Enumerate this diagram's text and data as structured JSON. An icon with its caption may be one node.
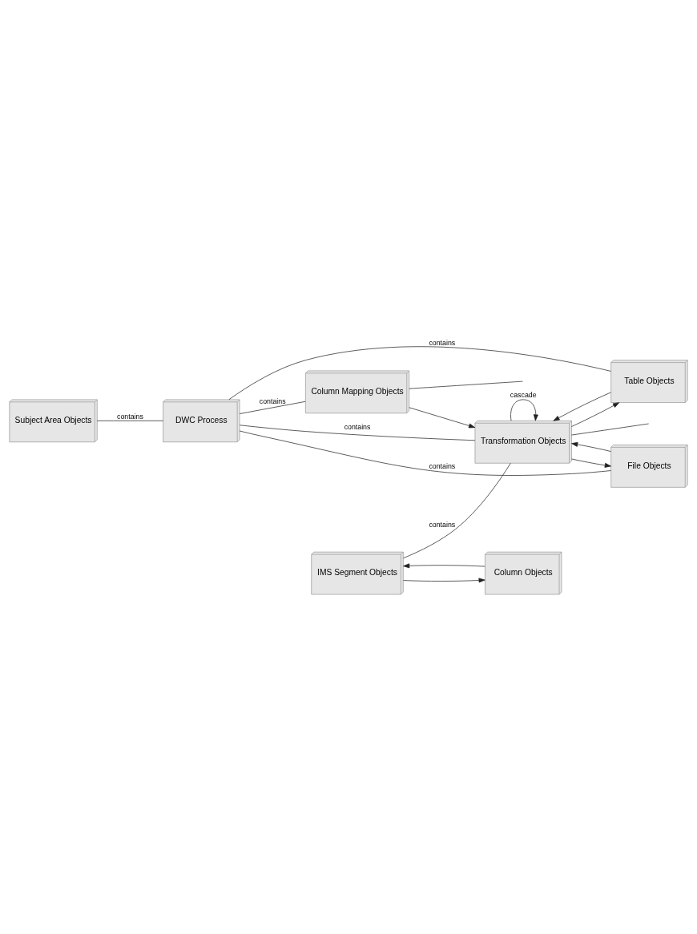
{
  "diagram": {
    "nodes": [
      {
        "text": [
          "Column Mapping Objects"
        ]
      },
      {
        "text": [
          "Subject Area Objects"
        ]
      },
      {
        "text": [
          "File Objects"
        ]
      },
      {
        "text": [
          "DWC Process"
        ]
      },
      {
        "text": [
          "Table Objects"
        ]
      },
      {
        "text": [
          "Transformation Objects"
        ]
      },
      {
        "text": [
          "Column Objects"
        ]
      },
      {
        "text": [
          "IMS Segment Objects"
        ]
      }
    ],
    "edges": [
      {
        "from": 1,
        "to": 3,
        "label": "contains",
        "arrow": "none"
      },
      {
        "from": 3,
        "to": 0,
        "label": "contains",
        "arrow": "none"
      },
      {
        "from": 3,
        "to": 2,
        "label": "contains",
        "arrow": "none"
      },
      {
        "from": 3,
        "to": 4,
        "label": "contains",
        "arrow": "none"
      },
      {
        "from": 3,
        "to": 5,
        "label": "contains",
        "arrow": "none"
      },
      {
        "from": 0,
        "to": null,
        "arrow": "none"
      },
      {
        "from": 0,
        "to": 5,
        "arrow": "to"
      },
      {
        "from": 5,
        "to": 2,
        "arrow": "to"
      },
      {
        "from": 2,
        "to": 5,
        "arrow": "to"
      },
      {
        "from": 5,
        "to": 4,
        "arrow": "to"
      },
      {
        "from": 4,
        "to": 5,
        "arrow": "to"
      },
      {
        "from": 5,
        "to": null,
        "arrow": "none"
      },
      {
        "from": 5,
        "to": 5,
        "label": "cascade",
        "arrow": "to"
      },
      {
        "from": 7,
        "to": 5,
        "label": "contains",
        "arrow": "none"
      },
      {
        "from": 6,
        "to": 7,
        "arrow": "to"
      },
      {
        "from": 7,
        "to": 6,
        "arrow": "to"
      }
    ]
  }
}
